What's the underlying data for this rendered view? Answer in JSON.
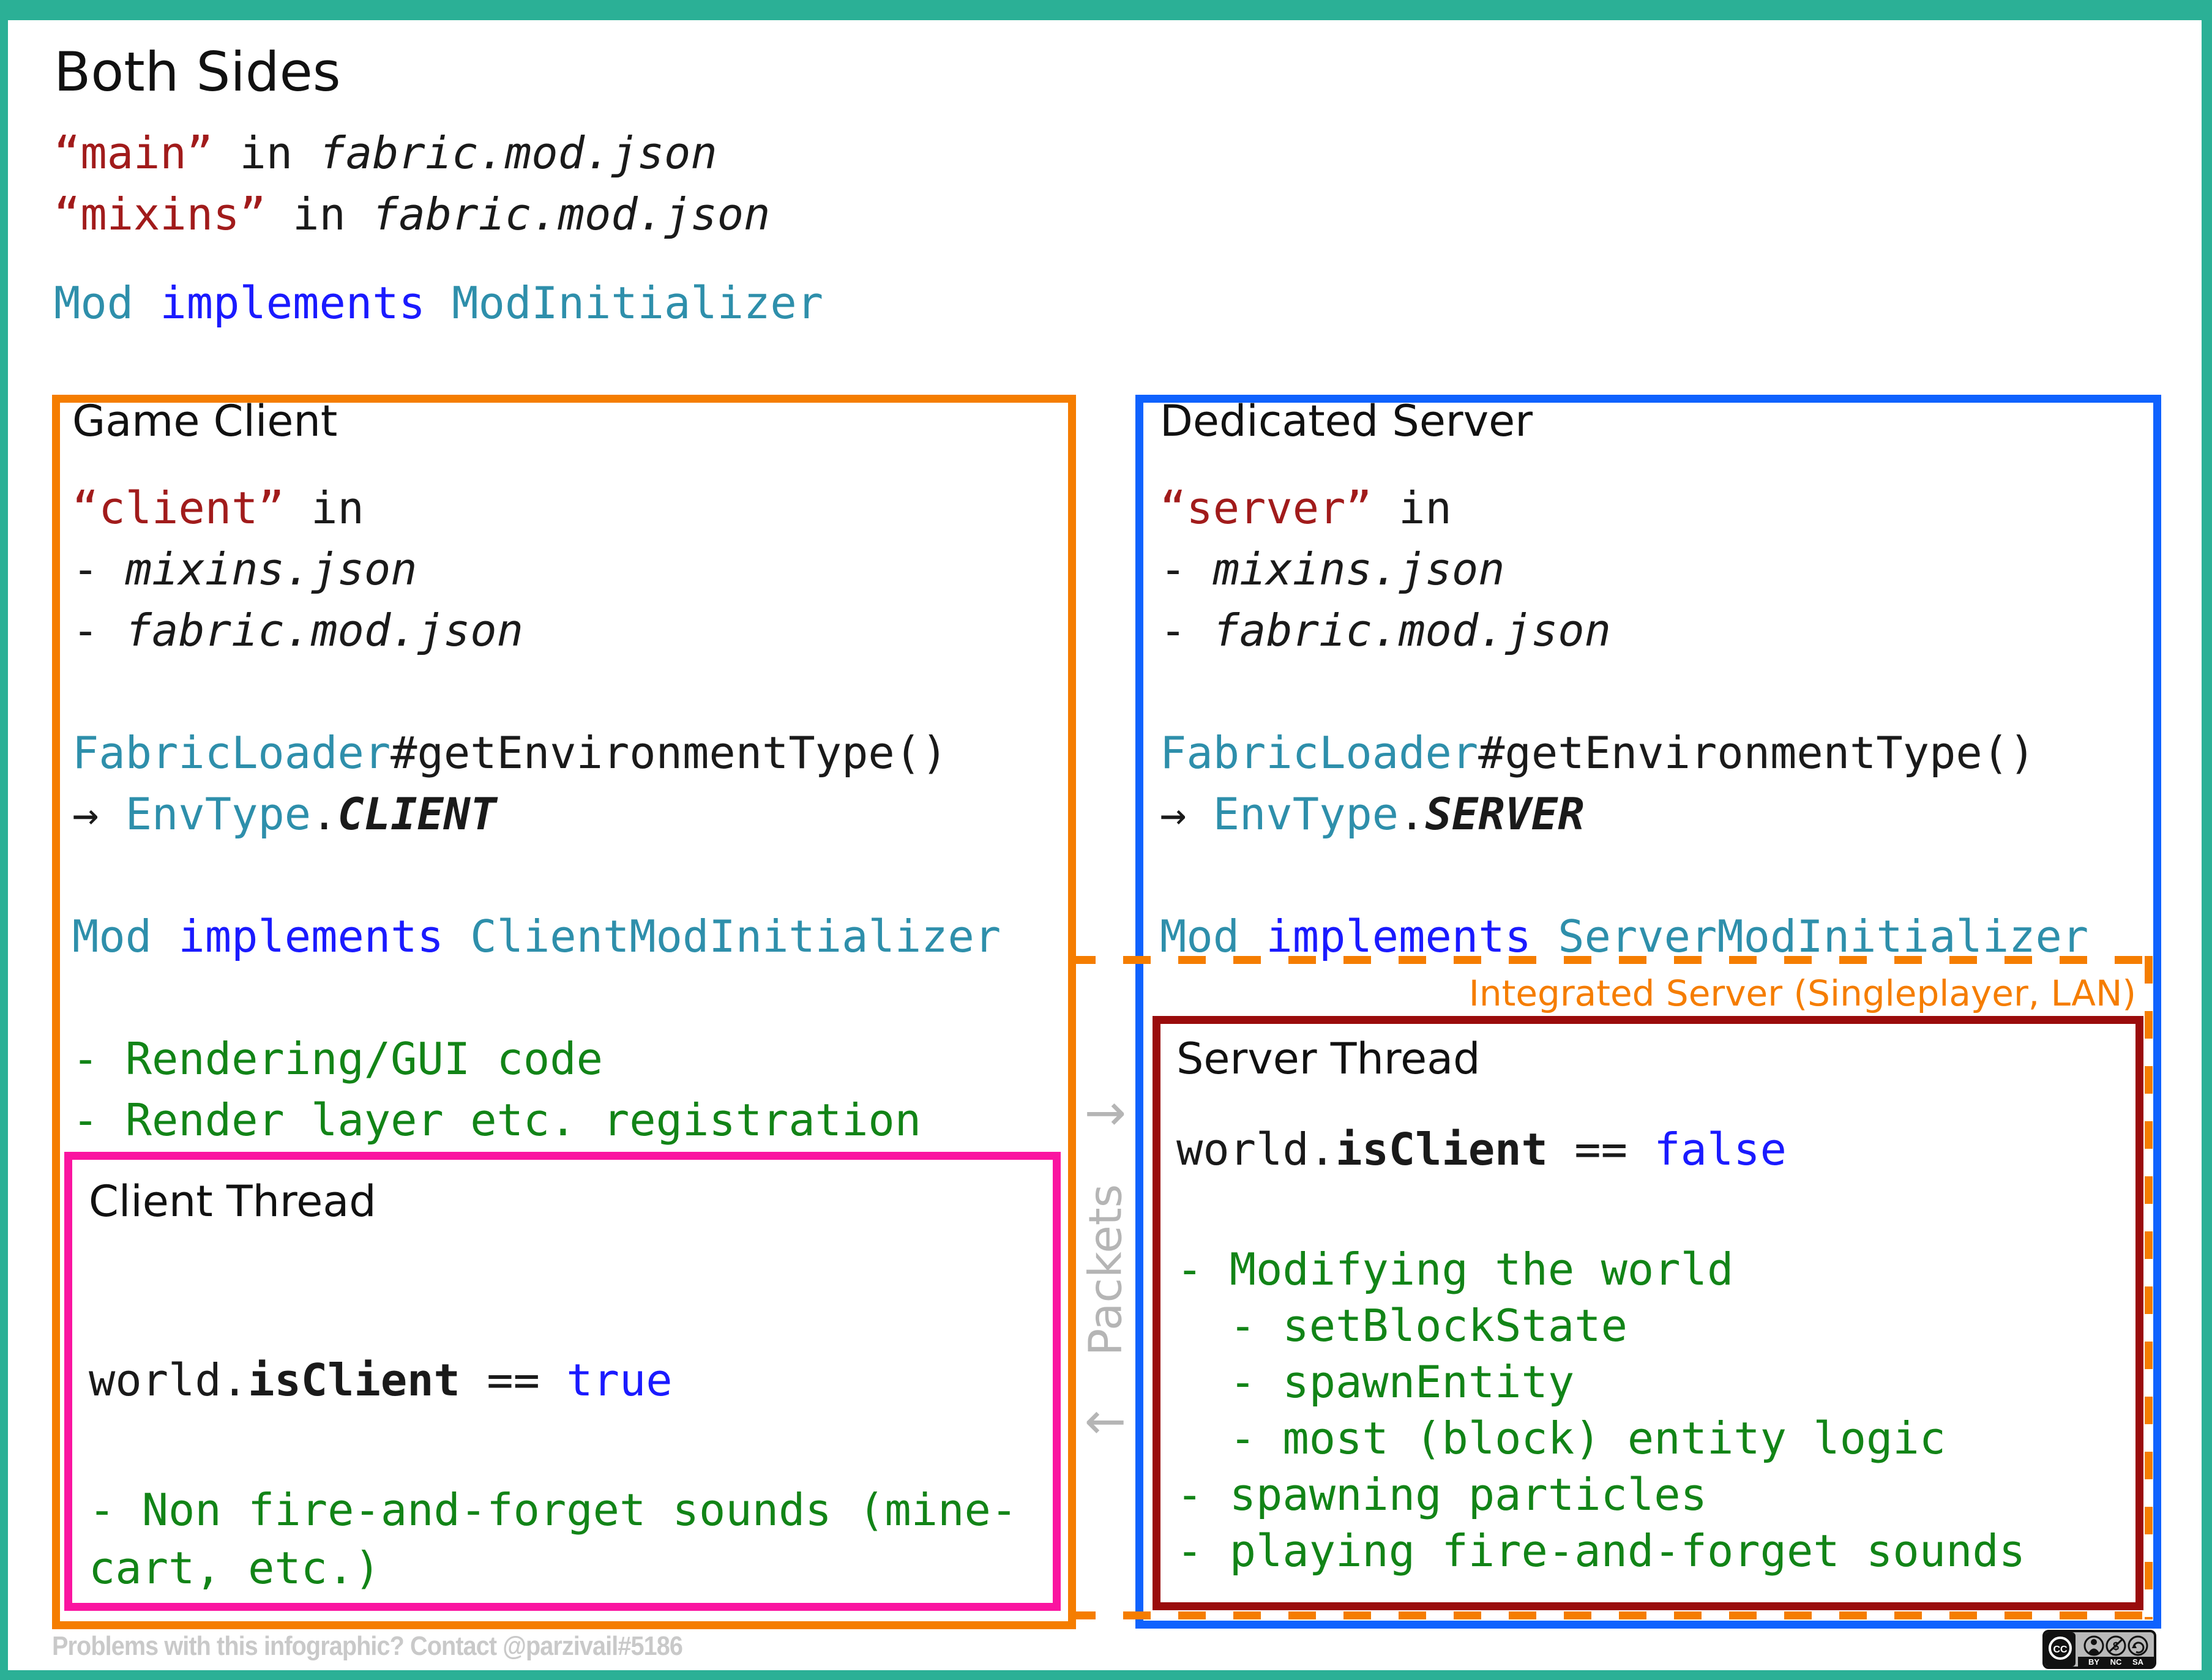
{
  "colors": {
    "outer_border": "#2bb096",
    "game_client_border": "#f57d00",
    "dedicated_server_border": "#0f62fe",
    "client_thread_border": "#fa14a0",
    "server_thread_border": "#9a0c0c",
    "integrated_server_dash": "#f57d00",
    "string_red": "#a11b1b",
    "keyword_blue": "#1a1aff",
    "type_teal": "#2e8fab",
    "comment_green": "#128417",
    "packets_gray": "#b5b5b5"
  },
  "header": {
    "title": "Both Sides",
    "lines": [
      [
        {
          "t": "“main”",
          "c": "r"
        },
        {
          "t": " in "
        },
        {
          "t": "fabric.mod.json",
          "c": "i"
        }
      ],
      [
        {
          "t": "“mixins”",
          "c": "r"
        },
        {
          "t": " in "
        },
        {
          "t": "fabric.mod.json",
          "c": "i"
        }
      ]
    ],
    "mod_line": [
      {
        "t": "Mod",
        "c": "t"
      },
      {
        "t": " "
      },
      {
        "t": "implements",
        "c": "k"
      },
      {
        "t": " "
      },
      {
        "t": "ModInitializer",
        "c": "t"
      }
    ]
  },
  "game_client": {
    "title": "Game Client",
    "code": [
      [
        {
          "t": "“client”",
          "c": "r"
        },
        {
          "t": " in"
        }
      ],
      [
        {
          "t": "- "
        },
        {
          "t": "mixins.json",
          "c": "i"
        }
      ],
      [
        {
          "t": "- "
        },
        {
          "t": "fabric.mod.json",
          "c": "i"
        }
      ],
      [],
      [
        {
          "t": "FabricLoader",
          "c": "t"
        },
        {
          "t": "#getEnvironmentType()"
        }
      ],
      [
        {
          "t": "→ "
        },
        {
          "t": "EnvType",
          "c": "t"
        },
        {
          "t": "."
        },
        {
          "t": "CLIENT",
          "c": "bi"
        }
      ],
      [],
      [
        {
          "t": "Mod",
          "c": "t"
        },
        {
          "t": " "
        },
        {
          "t": "implements",
          "c": "k"
        },
        {
          "t": " "
        },
        {
          "t": "ClientModInitializer",
          "c": "t"
        }
      ],
      [],
      [
        {
          "t": "- Rendering/GUI code",
          "c": "g"
        }
      ],
      [
        {
          "t": "- Render layer etc. registration",
          "c": "g"
        }
      ]
    ]
  },
  "client_thread": {
    "title": "Client Thread",
    "state_line": [
      {
        "t": "world."
      },
      {
        "t": "isClient",
        "c": "b"
      },
      {
        "t": " == "
      },
      {
        "t": "true",
        "c": "k"
      }
    ],
    "notes": [
      [
        {
          "t": "- Non fire-and-forget sounds (mine-",
          "c": "g"
        }
      ],
      [
        {
          "t": "cart, etc.)",
          "c": "g"
        }
      ]
    ]
  },
  "dedicated_server": {
    "title": "Dedicated Server",
    "code": [
      [
        {
          "t": "“server”",
          "c": "r"
        },
        {
          "t": " in"
        }
      ],
      [
        {
          "t": "- "
        },
        {
          "t": "mixins.json",
          "c": "i"
        }
      ],
      [
        {
          "t": "- "
        },
        {
          "t": "fabric.mod.json",
          "c": "i"
        }
      ],
      [],
      [
        {
          "t": "FabricLoader",
          "c": "t"
        },
        {
          "t": "#getEnvironmentType()"
        }
      ],
      [
        {
          "t": "→ "
        },
        {
          "t": "EnvType",
          "c": "t"
        },
        {
          "t": "."
        },
        {
          "t": "SERVER",
          "c": "bi"
        }
      ],
      [],
      [
        {
          "t": "Mod",
          "c": "t"
        },
        {
          "t": " "
        },
        {
          "t": "implements",
          "c": "k"
        },
        {
          "t": " "
        },
        {
          "t": "ServerModInitializer",
          "c": "t"
        }
      ]
    ]
  },
  "integrated_server": {
    "label": "Integrated Server (Singleplayer, LAN)"
  },
  "server_thread": {
    "title": "Server Thread",
    "state_line": [
      {
        "t": "world."
      },
      {
        "t": "isClient",
        "c": "b"
      },
      {
        "t": " == "
      },
      {
        "t": "false",
        "c": "k"
      }
    ],
    "notes": [
      [
        {
          "t": "- Modifying the world",
          "c": "g"
        }
      ],
      [
        {
          "t": "  - setBlockState",
          "c": "g"
        }
      ],
      [
        {
          "t": "  - spawnEntity",
          "c": "g"
        }
      ],
      [
        {
          "t": "  - most (block) entity logic",
          "c": "g"
        }
      ],
      [
        {
          "t": "- spawning particles",
          "c": "g"
        }
      ],
      [
        {
          "t": "- playing fire-and-forget sounds",
          "c": "g"
        }
      ]
    ]
  },
  "packets": {
    "arrow_top": "→",
    "word": "Packets",
    "arrow_bottom": "←"
  },
  "footer": {
    "text": "Problems with this infographic? Contact @parzivail#5186"
  },
  "license": {
    "cc": "CC",
    "items": [
      "BY",
      "NC",
      "SA"
    ]
  }
}
